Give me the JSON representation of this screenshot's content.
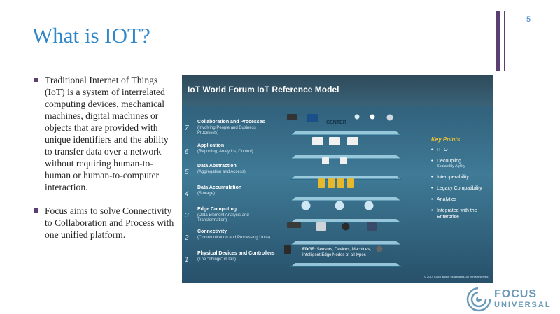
{
  "slide": {
    "page_number": "5",
    "title": "What is IOT?",
    "bullets": [
      "Traditional Internet of Things (IoT) is a system of interrelated computing devices, mechanical machines, digital machines or objects that are provided with unique identifiers and the ability to transfer data over a network without requiring human-to-human or human-to-computer interaction.",
      "Focus aims to solve Connectivity to Collaboration and Process with one unified platform."
    ]
  },
  "figure": {
    "title": "IoT World Forum IoT Reference Model",
    "center_label": "CENTER",
    "edge_label_bold": "EDGE:",
    "edge_label_text": " Sensors, Devices, Machines,",
    "edge_label_line2": "Intelligent Edge Nodes of all types",
    "layers": [
      {
        "num": "7",
        "name": "Collaboration and Processes",
        "sub": "(Involving People and Business Processes)"
      },
      {
        "num": "6",
        "name": "Application",
        "sub": "(Reporting, Analytics, Control)"
      },
      {
        "num": "5",
        "name": "Data Abstraction",
        "sub": "(Aggregation and Access)"
      },
      {
        "num": "4",
        "name": "Data Accumulation",
        "sub": "(Storage)"
      },
      {
        "num": "3",
        "name": "Edge Computing",
        "sub": "(Data Element Analysis and Transformation)"
      },
      {
        "num": "2",
        "name": "Connectivity",
        "sub": "(Communication and Processing Units)"
      },
      {
        "num": "1",
        "name": "Physical Devices and Controllers",
        "sub": "(The \"Things\" in IoT)"
      }
    ],
    "key_points_title": "Key Points",
    "key_points": [
      {
        "label": "IT–OT",
        "sub": ""
      },
      {
        "label": "Decoupling",
        "sub": "Scalability Agility"
      },
      {
        "label": "Interoperability",
        "sub": ""
      },
      {
        "label": "Legacy Compatibility",
        "sub": ""
      },
      {
        "label": "Analytics",
        "sub": ""
      },
      {
        "label": "Integrated with the Enterprise",
        "sub": ""
      }
    ],
    "copyright": "© 2014 Cisco and/or its affiliates. All rights reserved."
  },
  "logo": {
    "line1": "FOCUS",
    "line2": "UNIVERSAL"
  },
  "colors": {
    "title": "#2f86c9",
    "accent": "#5b3f72",
    "figure_bg": "#3f7a96",
    "key_title": "#e7c23a"
  }
}
